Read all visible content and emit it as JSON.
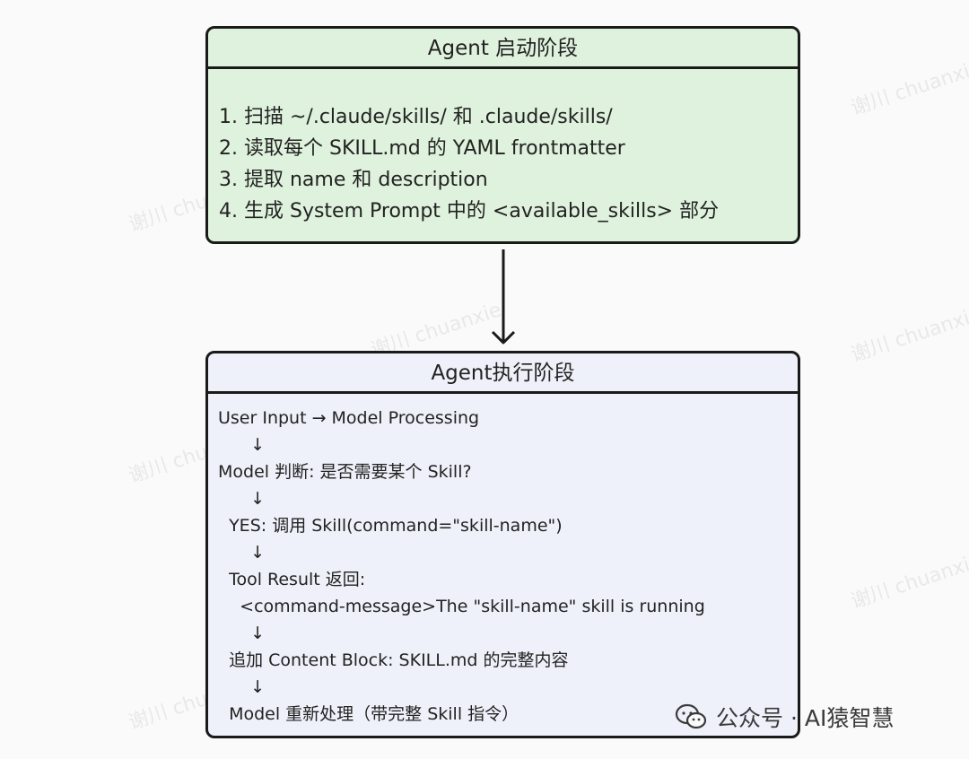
{
  "startup": {
    "title": "Agent 启动阶段",
    "lines": [
      "1. 扫描 ~/.claude/skills/ 和 .claude/skills/",
      "2. 读取每个 SKILL.md 的 YAML frontmatter",
      "3. 提取 name 和 description",
      "4. 生成 System Prompt 中的 <available_skills> 部分"
    ]
  },
  "execution": {
    "title": "Agent执行阶段",
    "lines": [
      "User Input → Model Processing",
      "      ↓",
      "Model 判断: 是否需要某个 Skill?",
      "      ↓",
      "  YES: 调用 Skill(command=\"skill-name\")",
      "      ↓",
      "  Tool Result 返回:",
      "    <command-message>The \"skill-name\" skill is running",
      "      ↓",
      "  追加 Content Block: SKILL.md 的完整内容",
      "      ↓",
      "  Model 重新处理（带完整 Skill 指令）"
    ]
  },
  "watermark": {
    "text": "谢川 chuanxie"
  },
  "footer": {
    "account": "公众号 · AI猿智慧"
  },
  "colors": {
    "startup_bg": "#dff2dd",
    "exec_bg": "#eef1f9",
    "border": "#1a1a1a"
  }
}
